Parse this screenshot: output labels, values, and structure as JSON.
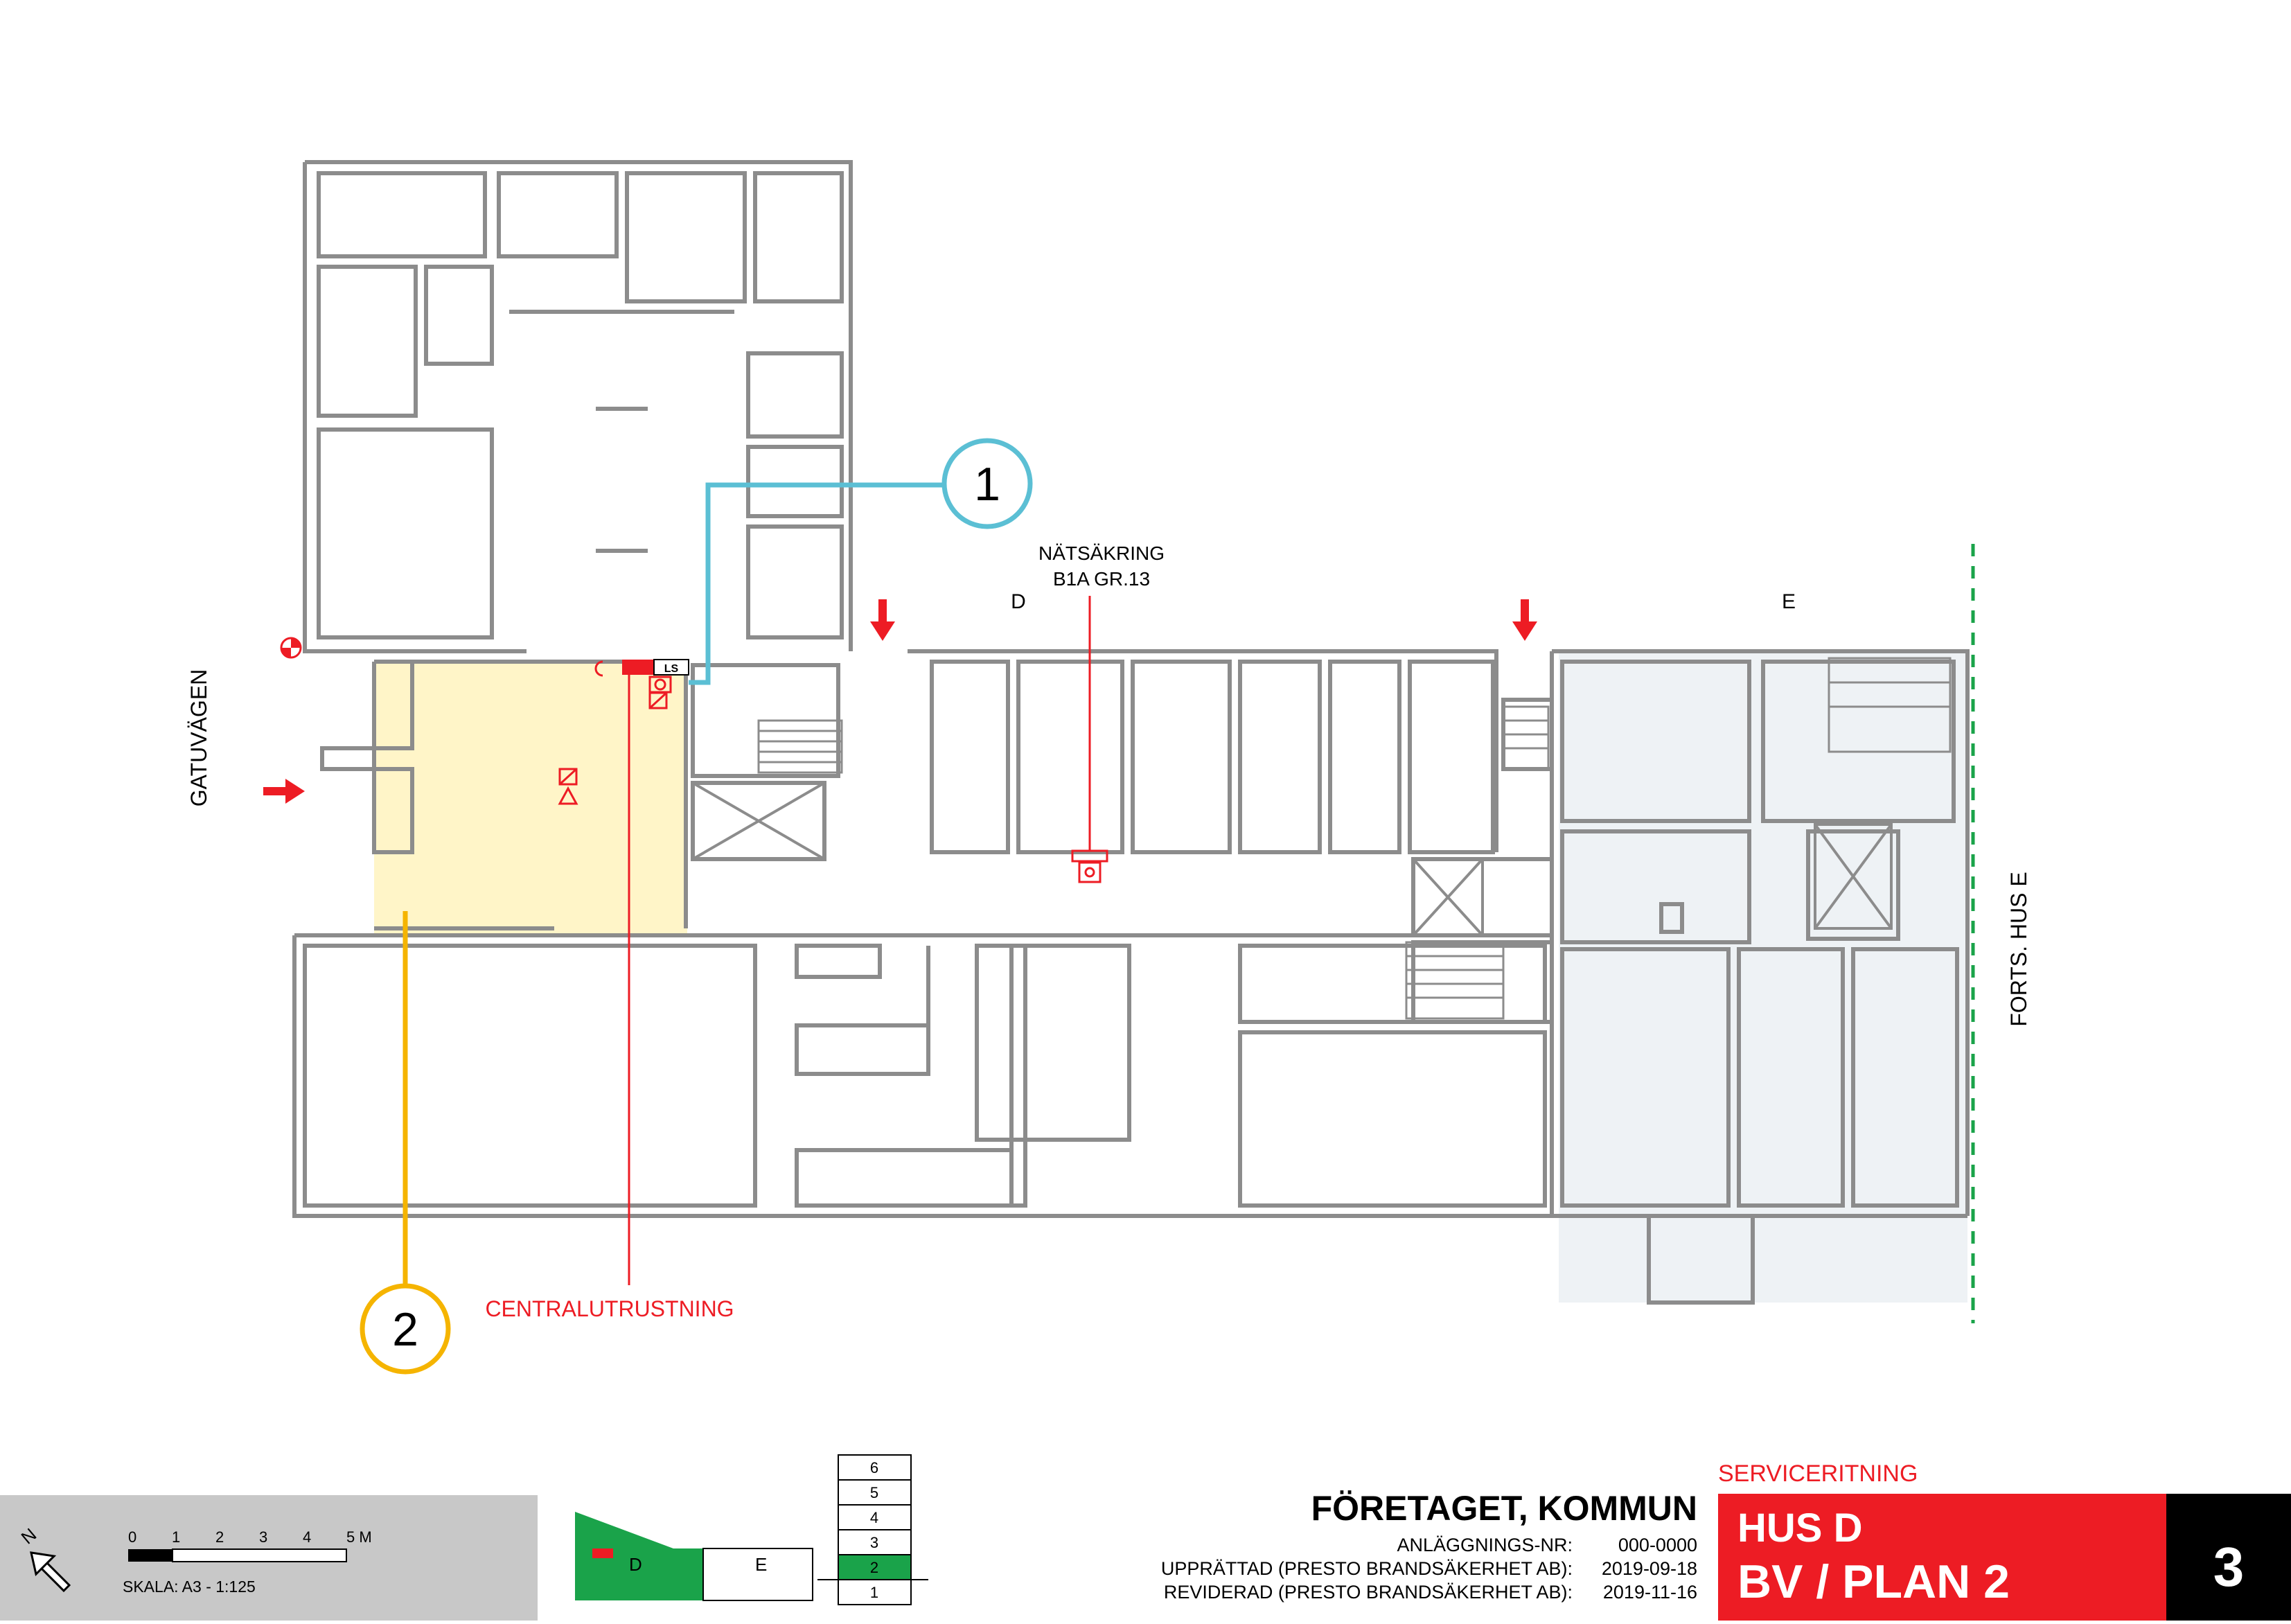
{
  "labels": {
    "street": "GATUVÄGEN",
    "continues": "FORTS. HUS E",
    "section_d": "D",
    "section_e": "E",
    "fuse_line1": "NÄTSÄKRING",
    "fuse_line2": "B1A GR.13",
    "central": "CENTRALUTRUSTNING",
    "ls": "LS",
    "marker1": "1",
    "marker2": "2"
  },
  "scale": {
    "ticks": [
      "0",
      "1",
      "2",
      "3",
      "4",
      "5 M"
    ],
    "text": "SKALA: A3 - 1:125",
    "north": "N"
  },
  "keymap": {
    "d": "D",
    "e": "E",
    "floors": [
      "6",
      "5",
      "4",
      "3",
      "2",
      "1"
    ],
    "active_floor": "2"
  },
  "titleblock": {
    "company": "FÖRETAGET, KOMMUN",
    "rows": [
      {
        "label": "ANLÄGGNINGS-NR:",
        "value": "000-0000"
      },
      {
        "label": "UPPRÄTTAD (PRESTO BRANDSÄKERHET AB):",
        "value": "2019-09-18"
      },
      {
        "label": "REVIDERAD (PRESTO BRANDSÄKERHET AB):",
        "value": "2019-11-16"
      }
    ],
    "drawing_type": "SERVICERITNING",
    "house": "HUS D",
    "plan": "BV / PLAN 2",
    "sheet": "3"
  },
  "colors": {
    "wall": "#8c8c8c",
    "highlight": "#fff5c8",
    "house_e": "#eef2f5",
    "red": "#ed1c24",
    "blue": "#5bbfd4",
    "orange": "#f5b400",
    "green": "#1aa34a"
  }
}
